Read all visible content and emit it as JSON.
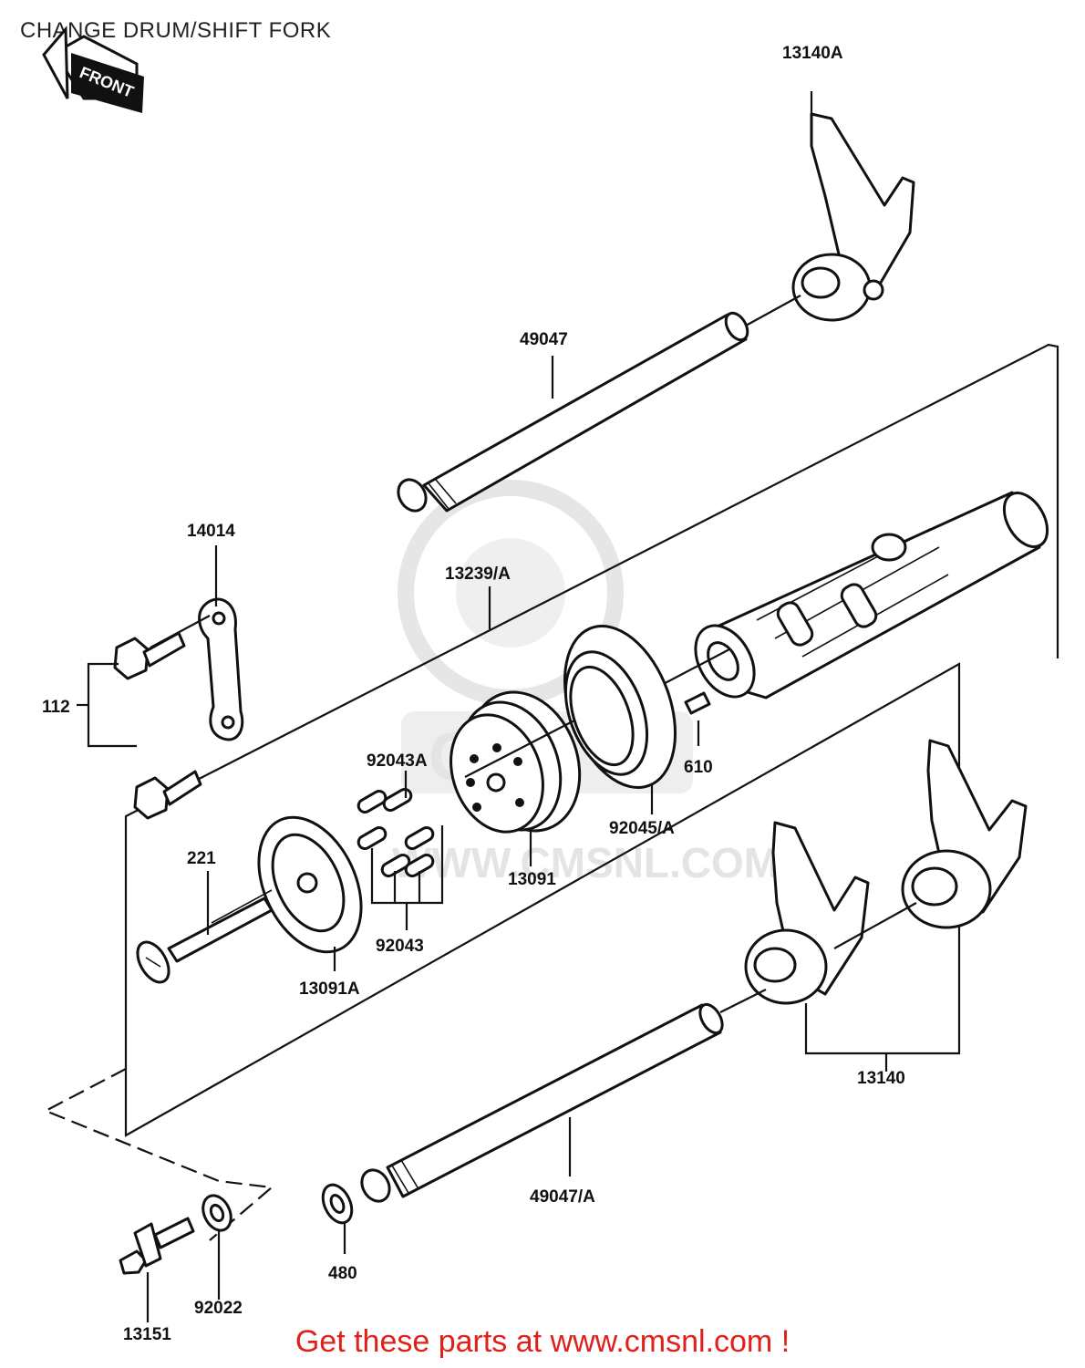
{
  "title": "CHANGE DRUM/SHIFT FORK",
  "front_label": "FRONT",
  "watermark": {
    "url": "WWW.CMSNL.COM"
  },
  "promo": "Get these parts at www.cmsnl.com !",
  "parts": {
    "p13140A": "13140A",
    "p49047": "49047",
    "p14014": "14014",
    "p13239A": "13239/A",
    "p112": "112",
    "p92043A": "92043A",
    "p610": "610",
    "p92045A": "92045/A",
    "p221": "221",
    "p13091": "13091",
    "p92043": "92043",
    "p13091A": "13091A",
    "p13140": "13140",
    "p49047A": "49047/A",
    "p480": "480",
    "p13151": "13151",
    "p92022": "92022"
  },
  "colors": {
    "promo": "#e0201b",
    "ink": "#111111",
    "watermark": "#e4e4e4"
  }
}
